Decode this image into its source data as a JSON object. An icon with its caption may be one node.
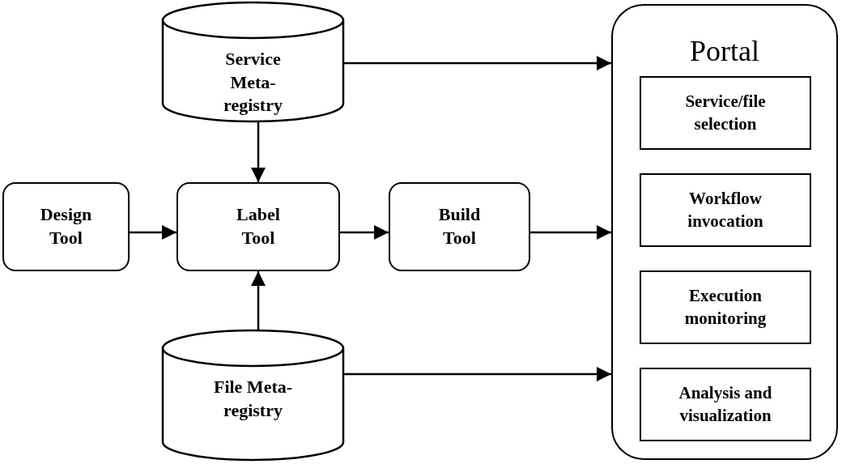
{
  "diagram": {
    "nodes": [
      {
        "text": [
          "Service Meta-registry"
        ]
      },
      {
        "text": [
          "Design Tool"
        ]
      },
      {
        "text": [
          "Label Tool"
        ]
      },
      {
        "text": [
          "Build Tool"
        ]
      },
      {
        "text": [
          "File Meta-registry"
        ]
      },
      {
        "text": [
          "Portal"
        ]
      },
      {
        "text": [
          "Service/file selection"
        ],
        "in": 5
      },
      {
        "text": [
          "Workflow invocation"
        ],
        "in": 5
      },
      {
        "text": [
          "Execution monitoring"
        ],
        "in": 5
      },
      {
        "text": [
          "Analysis and visualization"
        ],
        "in": 5
      }
    ],
    "edges": [
      {
        "from": 0,
        "to": 5,
        "arrow": "to"
      },
      {
        "from": 0,
        "to": 2,
        "arrow": "to"
      },
      {
        "from": 1,
        "to": 2,
        "arrow": "to"
      },
      {
        "from": 2,
        "to": 3,
        "arrow": "to"
      },
      {
        "from": 3,
        "to": 5,
        "arrow": "to"
      },
      {
        "from": 4,
        "to": 2,
        "arrow": "to"
      },
      {
        "from": 4,
        "to": 5,
        "arrow": "to"
      }
    ]
  }
}
